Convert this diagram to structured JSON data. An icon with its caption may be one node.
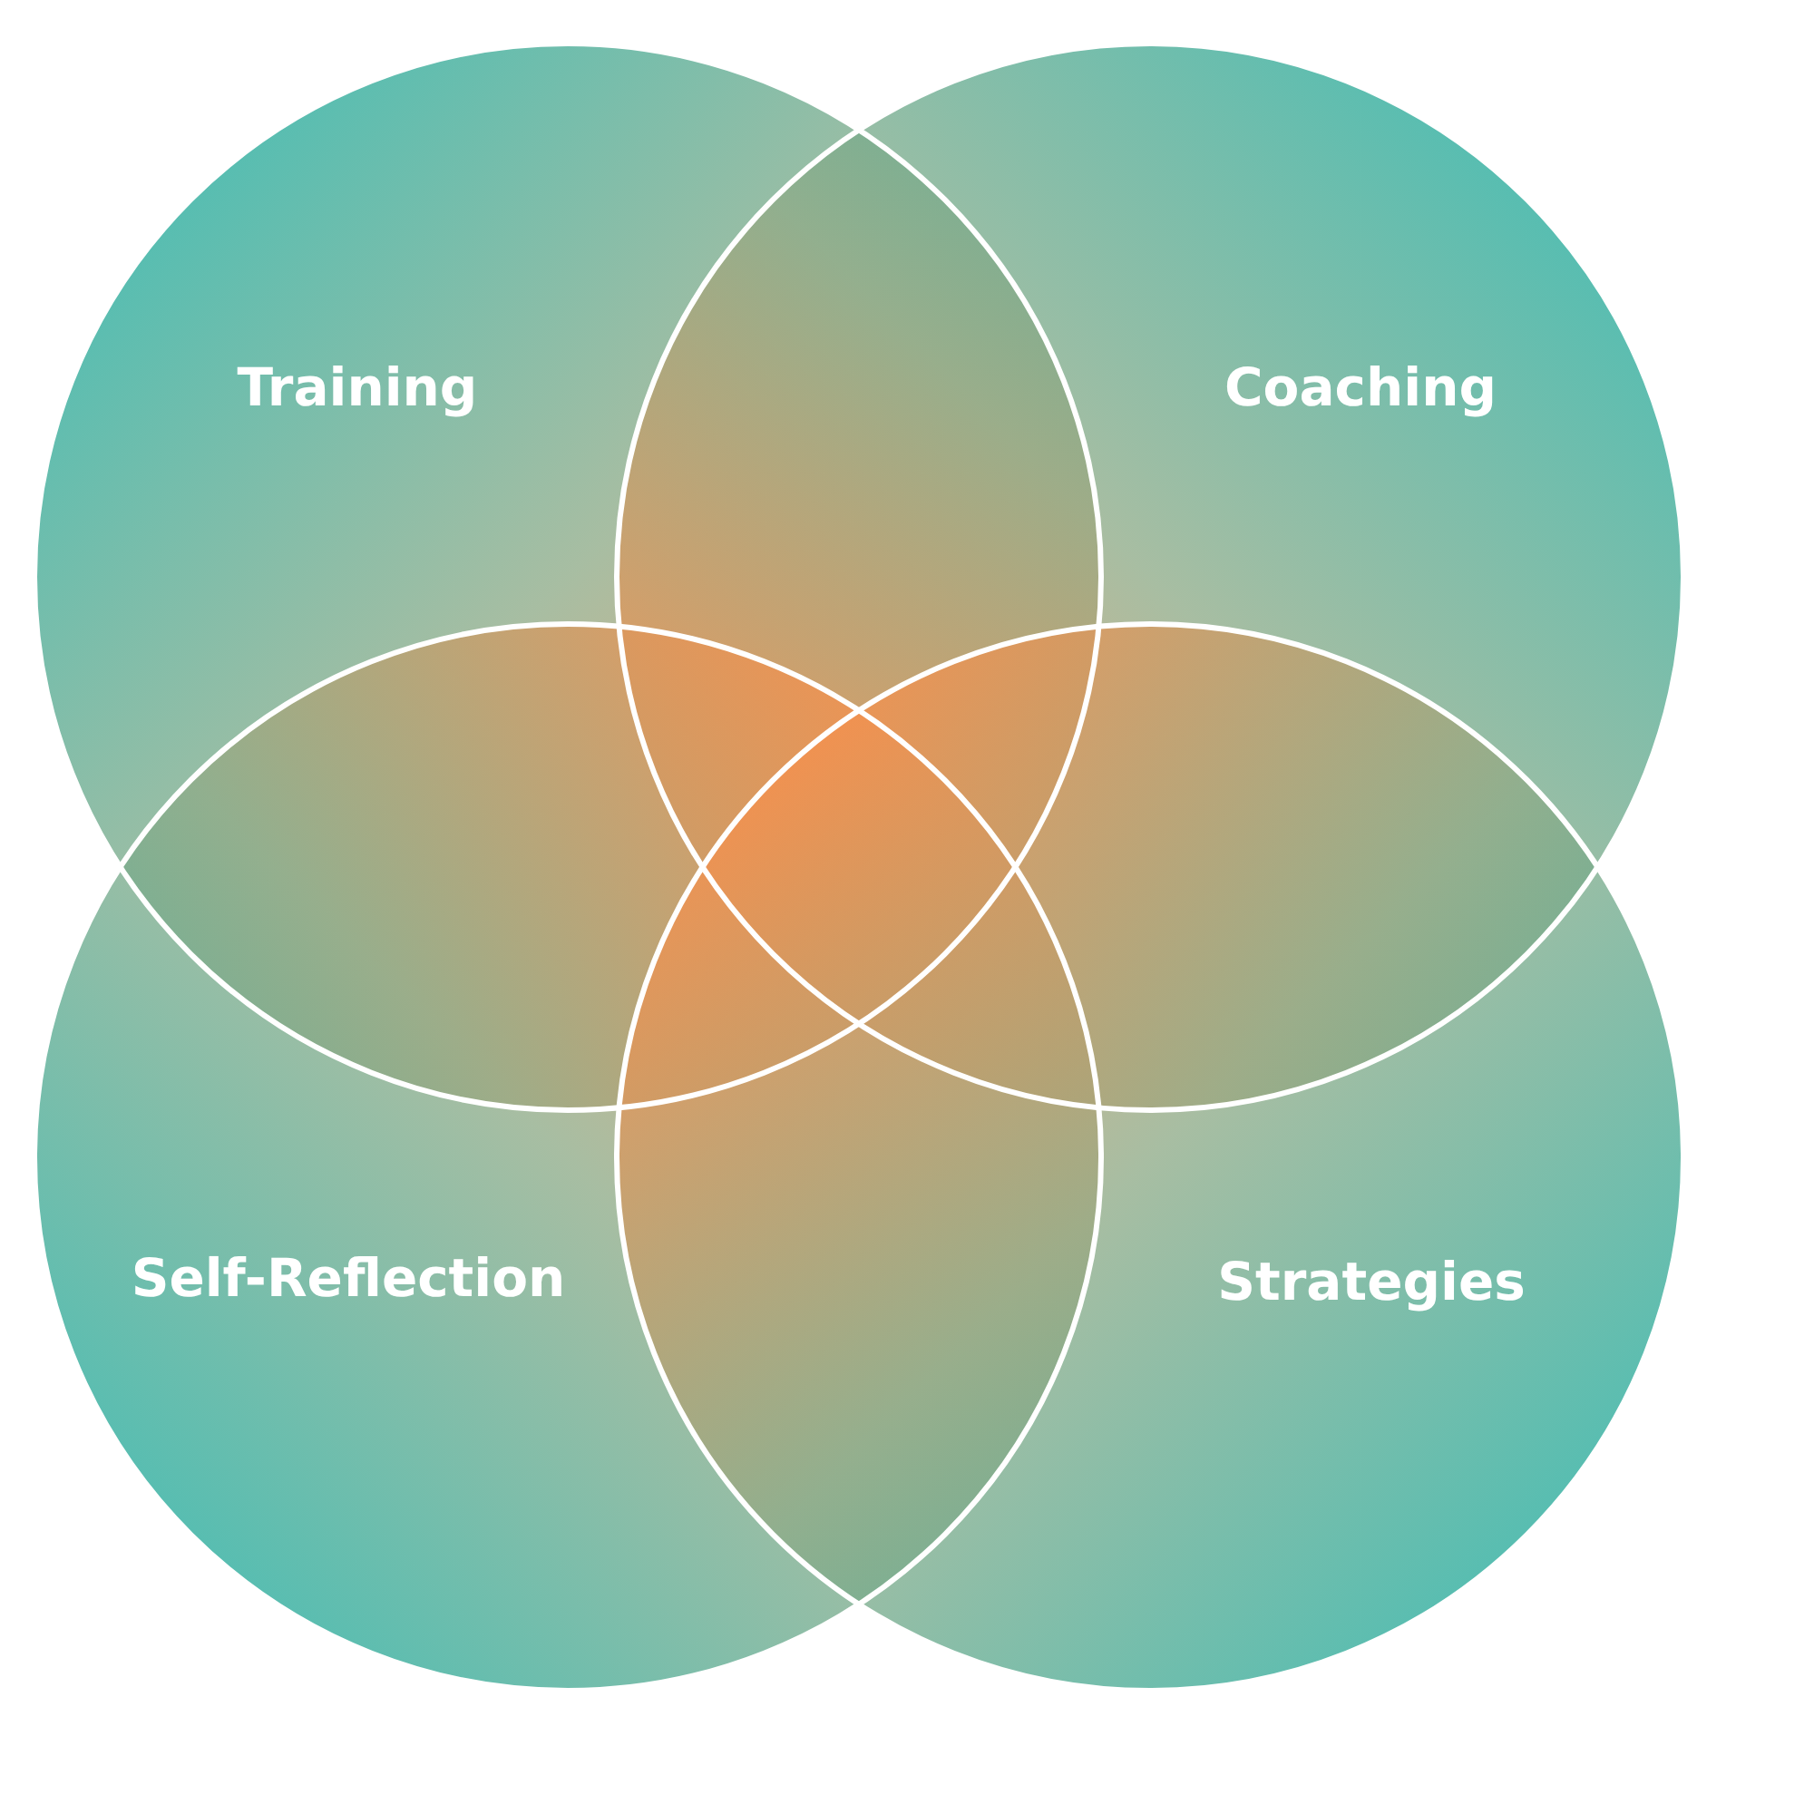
{
  "diagram": {
    "nodes": [
      {
        "text": [
          "Training"
        ]
      },
      {
        "text": [
          "Coaching"
        ]
      },
      {
        "text": [
          "Self-Reflection"
        ]
      },
      {
        "text": [
          "Strategies"
        ]
      }
    ]
  }
}
